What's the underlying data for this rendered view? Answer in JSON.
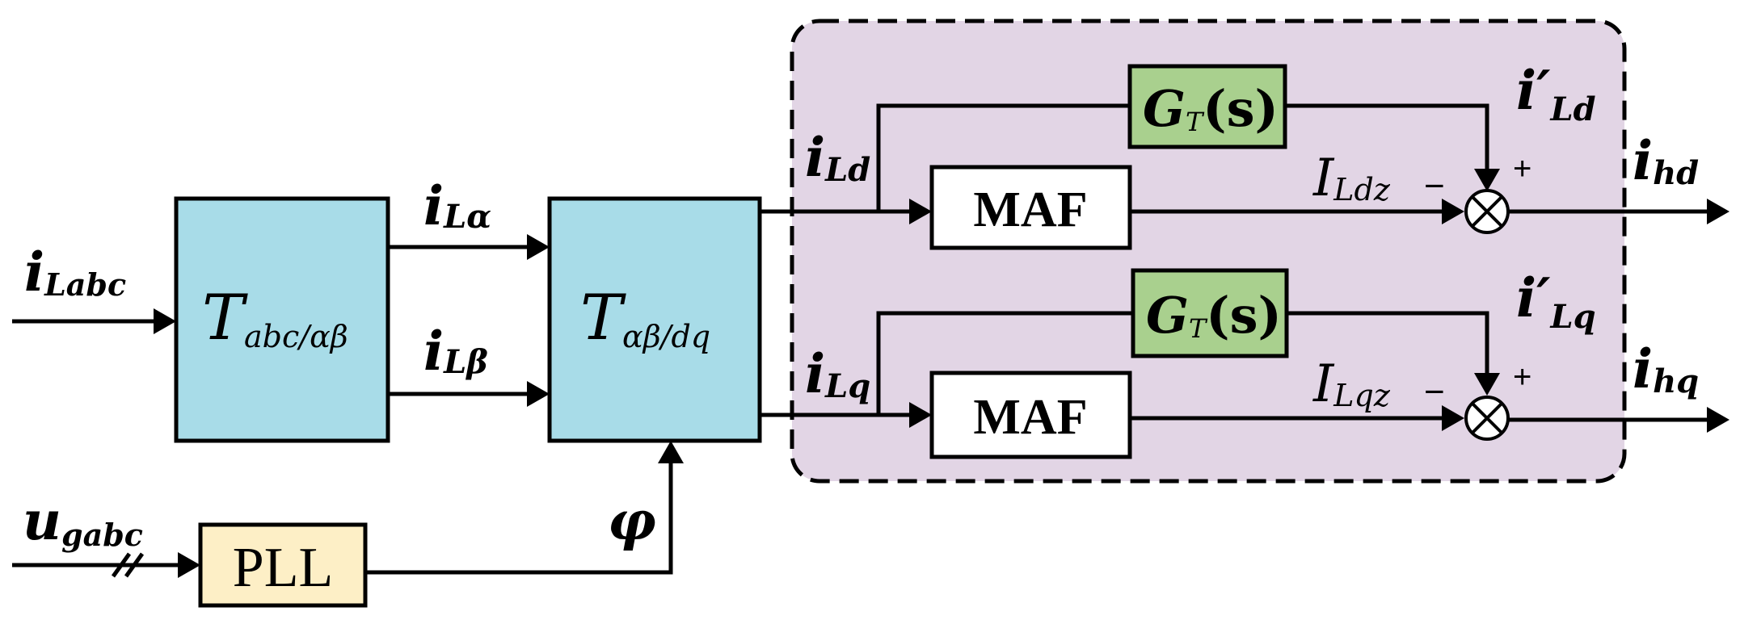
{
  "colors": {
    "transform_block": "#a8dce8",
    "gt_block": "#a9d08e",
    "pll_block": "#fdefc6",
    "dashed_region": "#e2d5e5"
  },
  "inputs": {
    "i_sym": "i",
    "i_sub": "Labc",
    "u_sym": "u",
    "u_sub": "gabc"
  },
  "blocks": {
    "abc_ab": {
      "sym": "T",
      "sub": "abc/αβ"
    },
    "ab_dq": {
      "sym": "T",
      "sub": "αβ/dq"
    },
    "pll": "PLL",
    "maf_top": "MAF",
    "maf_bottom": "MAF",
    "gt_top": {
      "sym": "G",
      "sub": "T",
      "arg": "(s)"
    },
    "gt_bottom": {
      "sym": "G",
      "sub": "T",
      "arg": "(s)"
    }
  },
  "signals": {
    "i_alpha": {
      "sym": "i",
      "sub": "Lα"
    },
    "i_beta": {
      "sym": "i",
      "sub": "Lβ"
    },
    "phi": "φ",
    "i_ld": {
      "sym": "i",
      "sub": "Ld"
    },
    "i_lq": {
      "sym": "i",
      "sub": "Lq"
    },
    "i_prime_ld": {
      "sym": "i′",
      "sub": "Ld"
    },
    "i_prime_lq": {
      "sym": "i′",
      "sub": "Lq"
    },
    "I_ldz": {
      "sym": "I",
      "sub": "Ldz"
    },
    "I_lqz": {
      "sym": "I",
      "sub": "Lqz"
    },
    "i_hd": {
      "sym": "i",
      "sub": "hd"
    },
    "i_hq": {
      "sym": "i",
      "sub": "hq"
    }
  },
  "signs": {
    "top_minus": "−",
    "top_plus": "+",
    "bottom_minus": "−",
    "bottom_plus": "+"
  }
}
